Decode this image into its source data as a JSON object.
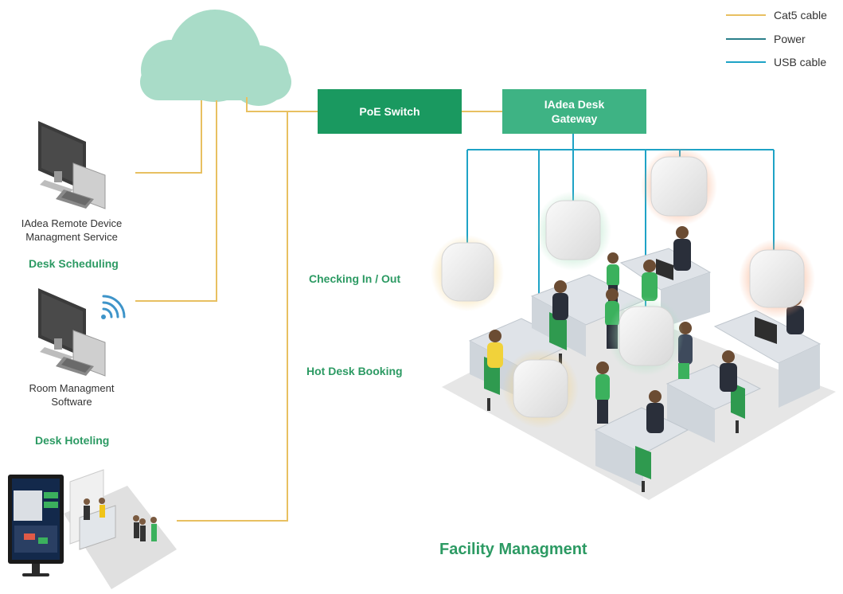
{
  "legend": {
    "items": [
      {
        "label": "Cat5 cable",
        "color": "#e8c061"
      },
      {
        "label": "Power",
        "color": "#2a7f8a"
      },
      {
        "label": "USB cable",
        "color": "#1ea3c6"
      }
    ]
  },
  "nodes": {
    "poe_switch": "PoE Switch",
    "gateway": "IAdea Desk Gateway"
  },
  "devices": {
    "remote_service": "IAdea Remote Device Managment Service",
    "room_software": "Room Managment Software"
  },
  "labels": {
    "desk_scheduling": "Desk Scheduling",
    "desk_hoteling": "Desk Hoteling",
    "checking_in_out": "Checking In / Out",
    "hot_desk_booking": "Hot Desk Booking",
    "facility_management": "Facility Managment"
  },
  "colors": {
    "cloud": "#a9dcc8",
    "poe_switch": "#1a9960",
    "gateway": "#3eb384",
    "green_text": "#2c9a63",
    "cat5": "#e8c061",
    "usb": "#1ea3c6",
    "floor": "#e6e6e6"
  }
}
